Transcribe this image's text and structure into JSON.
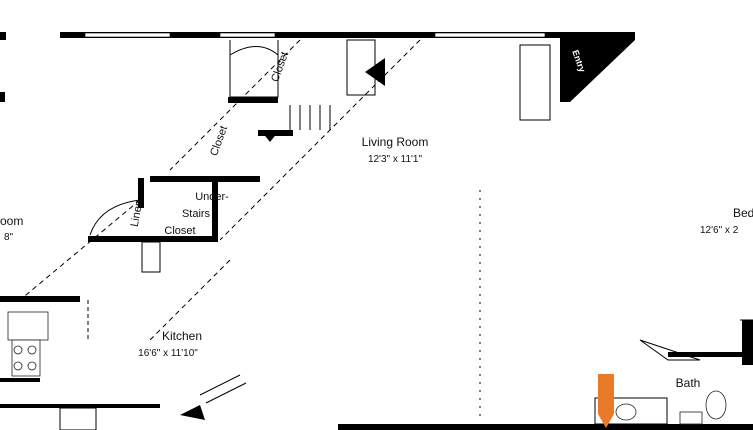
{
  "rooms": {
    "living": {
      "name": "Living Room",
      "dims": "12'3\" x 11'1\""
    },
    "kitchen": {
      "name": "Kitchen",
      "dims": "16'6\" x 11'10\""
    },
    "bedroom_left": {
      "name": "oom",
      "dims": "8\""
    },
    "bedroom_right": {
      "name": "Bed",
      "dims": "12'6\" x 2"
    },
    "bath": {
      "name": "Bath"
    },
    "closet_top": {
      "name": "Closet"
    },
    "closet_mid": {
      "name": "Closet"
    },
    "linen": {
      "name": "Linen"
    },
    "under_stairs": {
      "line1": "Under-",
      "line2": "Stairs",
      "line3": "Closet"
    },
    "entry_top": {
      "name": "Entry"
    }
  },
  "colors": {
    "wall": "#000000",
    "entry_marker": "#e87a2a",
    "background": "#ffffff"
  }
}
